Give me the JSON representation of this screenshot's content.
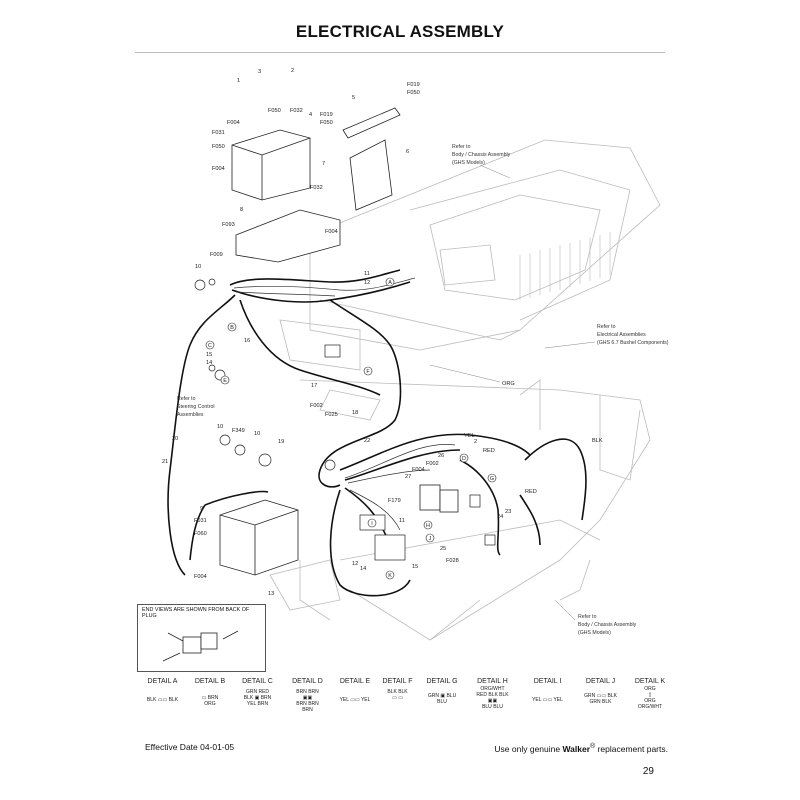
{
  "page": {
    "title": "ELECTRICAL ASSEMBLY",
    "effective_date": "Effective Date 04-01-05",
    "footer_prefix": "Use only genuine ",
    "footer_brand": "Walker",
    "footer_suffix": " replacement parts.",
    "registered_mark": "®",
    "page_number": "29"
  },
  "callouts": {
    "c1": "1",
    "c2": "2",
    "c3": "3",
    "c4": "4",
    "c5": "5",
    "c6": "6",
    "c7": "7",
    "c8": "8",
    "c9": "9",
    "c10": "10",
    "c11": "11",
    "c12": "12",
    "c13": "13",
    "c14": "14",
    "c15": "15",
    "c16": "16",
    "c17": "17",
    "c18": "18",
    "c19": "19",
    "c20": "20",
    "c21": "21",
    "c22": "22",
    "c23": "23",
    "c24": "24",
    "c25": "25",
    "c26": "26",
    "c27": "27"
  },
  "fasteners": {
    "F004": "F004",
    "F019": "F019",
    "F025": "F025",
    "F028": "F028",
    "F031": "F031",
    "F032": "F032",
    "F050": "F050",
    "F093": "F093",
    "F002": "F002",
    "F009": "F009",
    "F179": "F179",
    "F349": "F349",
    "F060": "F060"
  },
  "wire_colors": {
    "org": "ORG",
    "blk": "BLK",
    "red": "RED",
    "yel": "YEL",
    "brn": "BRN",
    "grn": "GRN",
    "blu": "BLU",
    "org_wht": "ORG/WHT"
  },
  "detail_letters": [
    "A",
    "B",
    "C",
    "D",
    "E",
    "F",
    "G",
    "H",
    "I",
    "J",
    "K"
  ],
  "references": {
    "body_chassis": [
      "Refer to",
      "Body / Chassis Assembly",
      "(GHS Models)"
    ],
    "electrical_bushel": [
      "Refer to",
      "Electrical Assemblies",
      "(GHS 6.7 Bushel Components)"
    ],
    "steering": [
      "Refer to",
      "Steering Control",
      "Assemblies"
    ],
    "body_chassis_2": [
      "Refer to",
      "Body / Chassis Assembly",
      "(GHS Models)"
    ]
  },
  "end_view_note": "END VIEWS ARE SHOWN FROM BACK OF PLUG",
  "details": [
    {
      "label": "DETAIL A",
      "wires": [
        "BLK",
        "BLK"
      ]
    },
    {
      "label": "DETAIL B",
      "wires": [
        "BRN",
        "ORG"
      ]
    },
    {
      "label": "DETAIL C",
      "wires": [
        "GRN",
        "RED",
        "BLK",
        "YEL",
        "BRN",
        "BRN"
      ]
    },
    {
      "label": "DETAIL D",
      "wires": [
        "BRN",
        "BRN",
        "BRN",
        "BRN",
        "BRN"
      ]
    },
    {
      "label": "DETAIL E",
      "wires": [
        "YEL",
        "YEL"
      ]
    },
    {
      "label": "DETAIL F",
      "wires": [
        "BLK",
        "BLK"
      ]
    },
    {
      "label": "DETAIL G",
      "wires": [
        "GRN",
        "BLU",
        "BLU"
      ]
    },
    {
      "label": "DETAIL H",
      "wires": [
        "ORG/WHT",
        "RED",
        "BLK",
        "BLK",
        "BLU",
        "BLU"
      ]
    },
    {
      "label": "DETAIL I",
      "wires": [
        "YEL",
        "YEL"
      ]
    },
    {
      "label": "DETAIL J",
      "wires": [
        "GRN",
        "GRN",
        "BLK",
        "BLK"
      ]
    },
    {
      "label": "DETAIL K",
      "wires": [
        "ORG",
        "ORG",
        "ORG/WHT"
      ]
    }
  ]
}
